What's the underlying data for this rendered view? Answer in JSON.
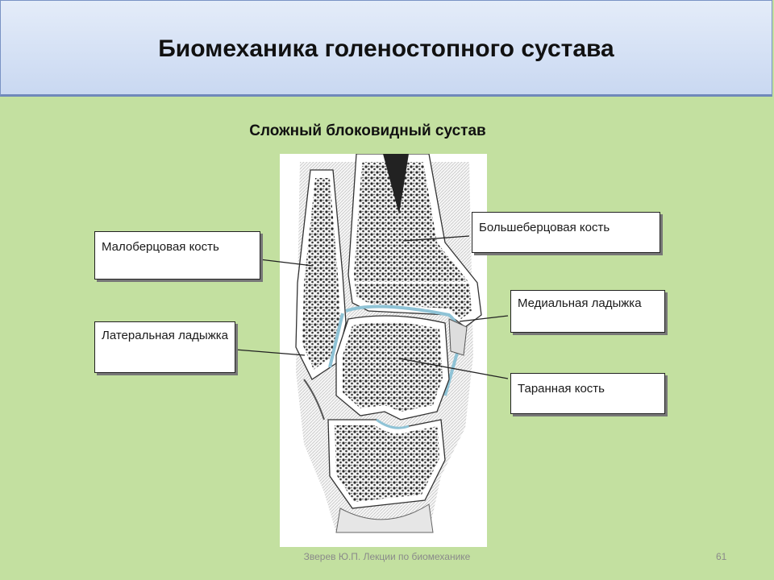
{
  "slide": {
    "title": "Биомеханика голеностопного сустава",
    "subtitle": "Сложный блоковидный сустав"
  },
  "callouts": {
    "fibula": "Малоберцовая кость",
    "tibia": "Большеберцовая кость",
    "lateral_malleolus": "Латеральная ладыжка",
    "medial_malleolus": "Медиальная ладыжка",
    "talus": "Таранная кость"
  },
  "footer": {
    "author": "Зверев Ю.П. Лекции по биомеханике",
    "page_number": "61"
  },
  "colors": {
    "background": "#c3e0a0",
    "header": "#d6e1f5",
    "cartilage": "#8fc3d6"
  },
  "icons": {
    "figure": "ankle-joint-section-illustration"
  }
}
